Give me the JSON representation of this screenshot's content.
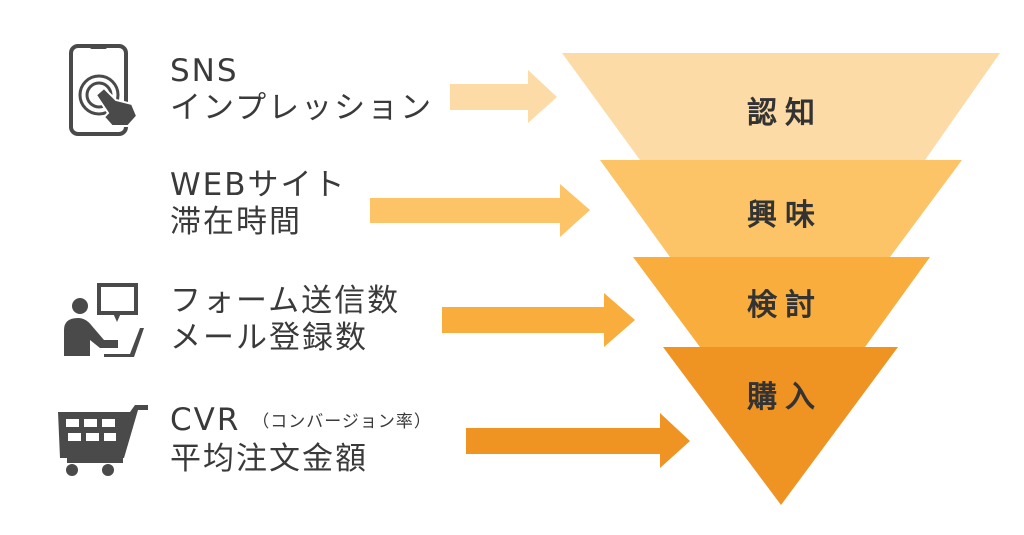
{
  "funnel": {
    "stages": [
      {
        "label": "認知",
        "color": "#fcdba6"
      },
      {
        "label": "興味",
        "color": "#fcc467"
      },
      {
        "label": "検討",
        "color": "#f9ad3c"
      },
      {
        "label": "購入",
        "color": "#ef9322"
      }
    ]
  },
  "metrics": [
    {
      "icon": "smartphone-tap-icon",
      "line1": "SNS",
      "line1_sub": "",
      "line2": "インプレッション",
      "arrow_color": "#fcdba6"
    },
    {
      "icon": "",
      "line1": "WEBサイト",
      "line1_sub": "",
      "line2": "滞在時間",
      "arrow_color": "#fcc467"
    },
    {
      "icon": "person-laptop-chat-icon",
      "line1": "フォーム送信数",
      "line1_sub": "",
      "line2": "メール登録数",
      "arrow_color": "#f9ad3c"
    },
    {
      "icon": "shopping-cart-icon",
      "line1": "CVR",
      "line1_sub": "（コンバージョン率）",
      "line2": "平均注文金額",
      "arrow_color": "#ef9322"
    }
  ],
  "colors": {
    "text": "#3a3a3a",
    "icon": "#4a4a4a"
  }
}
